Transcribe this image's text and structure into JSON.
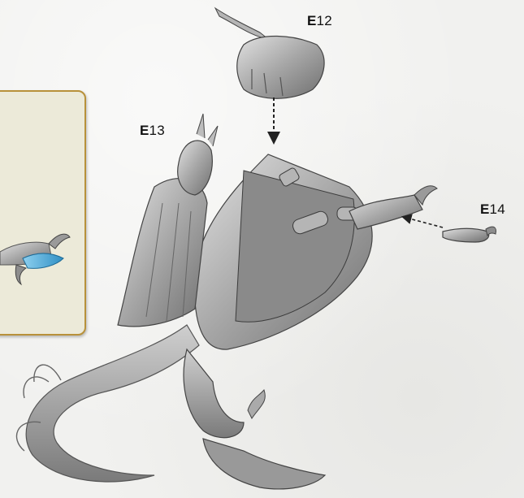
{
  "labels": {
    "e12": {
      "letter": "E",
      "num": "12"
    },
    "e13": {
      "letter": "E",
      "num": "13"
    },
    "e14": {
      "letter": "E",
      "num": "14"
    }
  },
  "colors": {
    "panel_fill": "#ecead9",
    "panel_border": "#b8913a",
    "highlight_part": "#4fa9d6",
    "model_grey": "#9a9a9a"
  },
  "icons": [
    "direction-arrow-icon",
    "claw-part-icon",
    "head-part-icon",
    "wing-part-icon"
  ]
}
